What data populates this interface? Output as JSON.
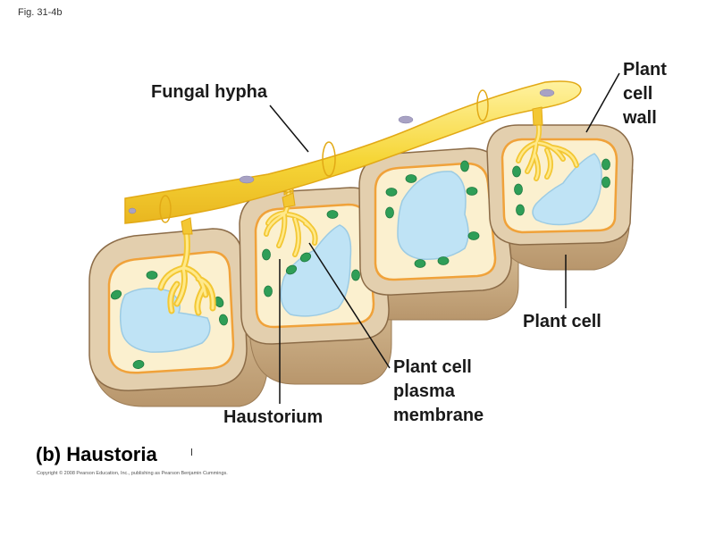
{
  "figure_id": "Fig. 31-4b",
  "caption": "(b) Haustoria",
  "copyright": "Copyright © 2008 Pearson Education, Inc., publishing as Pearson Benjamin Cummings.",
  "labels": {
    "fungal_hypha": "Fungal hypha",
    "plant_cell_wall": [
      "Plant",
      "cell",
      "wall"
    ],
    "plant_cell": "Plant cell",
    "plasma_membrane": [
      "Plant cell",
      "plasma",
      "membrane"
    ],
    "haustorium": "Haustorium"
  },
  "colors": {
    "hypha": "#f6d637",
    "hypha_edge": "#e2a915",
    "cell_wall_top": "#e3cfae",
    "cell_wall_side": "#c9ac84",
    "cytoplasm": "#fbf0cf",
    "plasma_membrane": "#f0a23a",
    "vacuole": "#bfe3f5",
    "chloroplast": "#2f9e57",
    "spore": "#a8a2c4"
  }
}
